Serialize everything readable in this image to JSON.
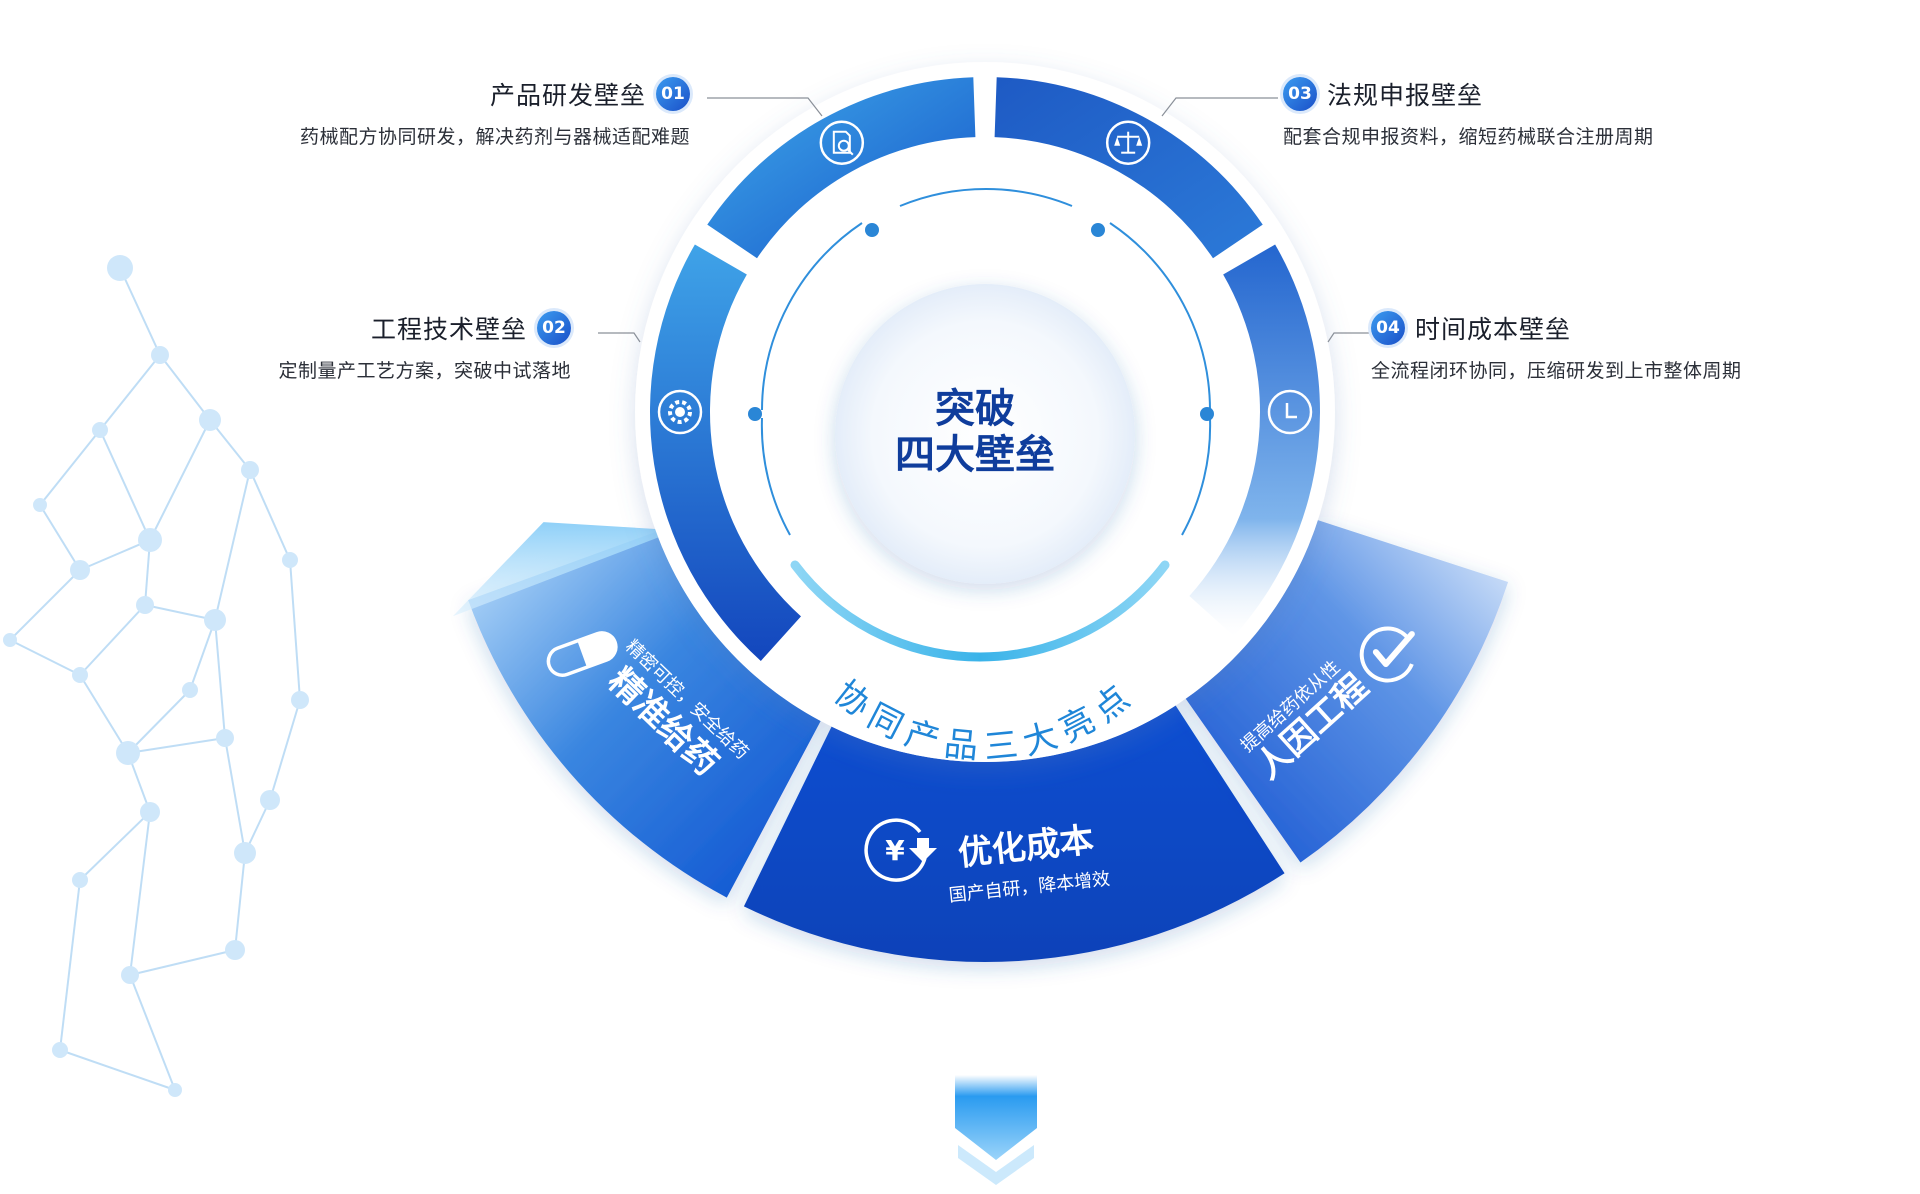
{
  "center": {
    "line1": "突破",
    "line2": "四大壁垒"
  },
  "ring_caption": "协同产品三大亮点",
  "barriers": [
    {
      "num": "01",
      "title": "产品研发壁垒",
      "desc": "药械配方协同研发，解决药剂与器械适配难题",
      "icon": "document-search-icon"
    },
    {
      "num": "02",
      "title": "工程技术壁垒",
      "desc": "定制量产工艺方案，突破中试落地",
      "icon": "gear-wrench-icon"
    },
    {
      "num": "03",
      "title": "法规申报壁垒",
      "desc": "配套合规申报资料，缩短药械联合注册周期",
      "icon": "balance-scale-icon"
    },
    {
      "num": "04",
      "title": "时间成本壁垒",
      "desc": "全流程闭环协同，压缩研发到上市整体周期",
      "icon": "clock-icon"
    }
  ],
  "highlights": [
    {
      "title": "精准给药",
      "desc": "精密可控，安全给药",
      "icon": "capsule-icon"
    },
    {
      "title": "优化成本",
      "desc": "国产自研，降本增效",
      "icon": "yuan-down-icon"
    },
    {
      "title": "人因工程",
      "desc": "提高给药依从性",
      "icon": "check-circle-icon"
    }
  ],
  "colors": {
    "dark_blue": "#0b3fb0",
    "mid_blue": "#1f6fd6",
    "light_blue": "#3fa3e8",
    "caption_blue": "#1f86d8",
    "center_text": "#0f3d9c"
  }
}
